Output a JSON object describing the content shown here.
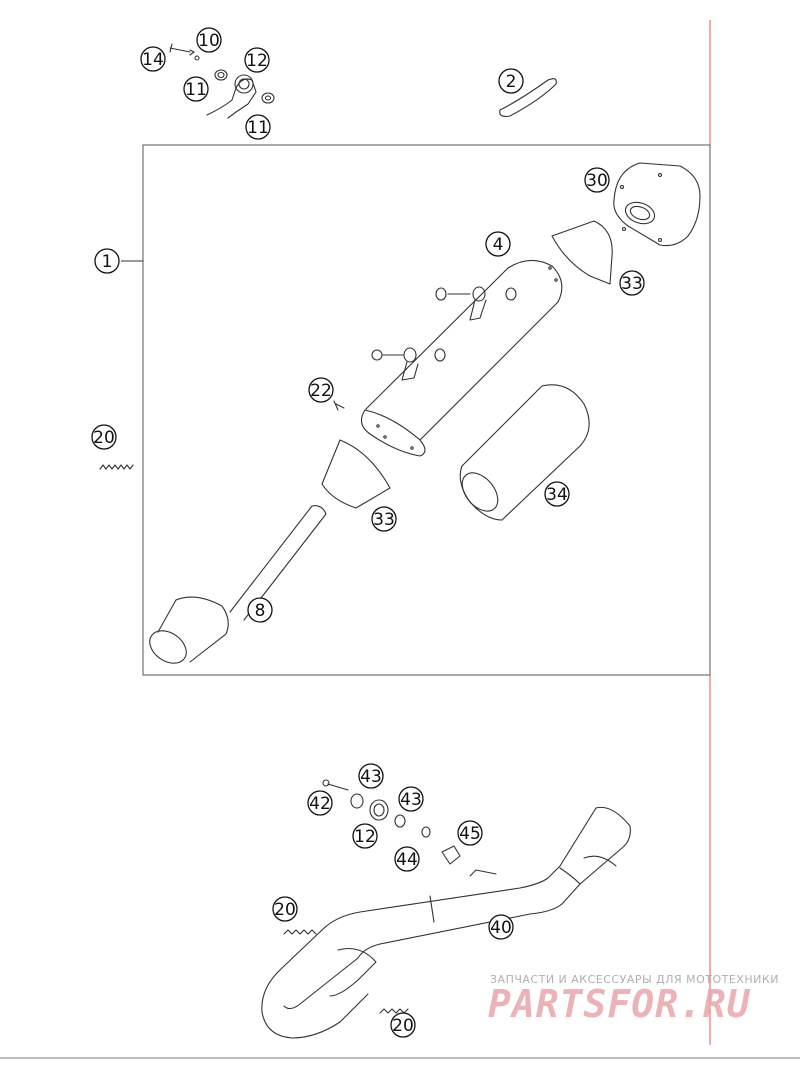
{
  "diagram": {
    "callouts": {
      "c1": "1",
      "c2": "2",
      "c4": "4",
      "c8": "8",
      "c10": "10",
      "c11a": "11",
      "c11b": "11",
      "c12a": "12",
      "c12b": "12",
      "c14": "14",
      "c20a": "20",
      "c20b": "20",
      "c20c": "20",
      "c22": "22",
      "c30": "30",
      "c33a": "33",
      "c33b": "33",
      "c34": "34",
      "c40": "40",
      "c42": "42",
      "c43a": "43",
      "c43b": "43",
      "c44": "44",
      "c45": "45"
    },
    "colors": {
      "stroke": "#333333",
      "frame": "#555555",
      "margin_line": "#e05a5a"
    }
  },
  "watermark": {
    "subtitle": "ЗАПЧАСТИ И АКСЕССУАРЫ ДЛЯ МОТОТЕХНИКИ",
    "brand": "PARTSFOR.RU"
  }
}
